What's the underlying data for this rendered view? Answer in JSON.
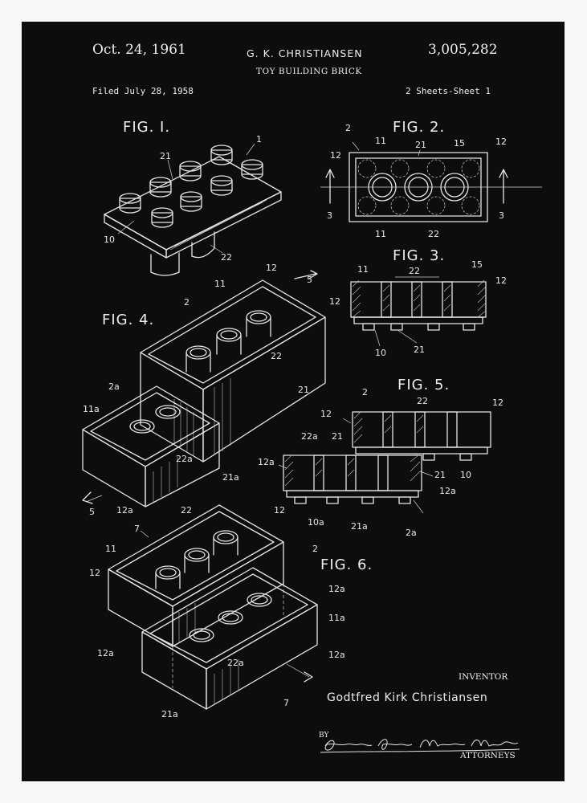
{
  "header": {
    "date": "Oct. 24, 1961",
    "inventor_name": "G. K. CHRISTIANSEN",
    "patent_number": "3,005,282",
    "title": "TOY BUILDING BRICK",
    "filed": "Filed July 28, 1958",
    "sheets": "2 Sheets-Sheet 1"
  },
  "figures": {
    "fig1": "FIG. I.",
    "fig2": "FIG. 2.",
    "fig3": "FIG. 3.",
    "fig4": "FIG. 4.",
    "fig5": "FIG. 5.",
    "fig6": "FIG. 6."
  },
  "refs": {
    "r1": "1",
    "r2": "2",
    "r3": "3",
    "r5": "5",
    "r7": "7",
    "r10": "10",
    "r10a": "10a",
    "r11": "11",
    "r11a": "11a",
    "r12": "12",
    "r12a": "12a",
    "r15": "15",
    "r2a": "2a",
    "r21": "21",
    "r21a": "21a",
    "r22": "22",
    "r22a": "22a"
  },
  "footer": {
    "inventor_label": "INVENTOR",
    "inventor_full_name": "Godtfred Kirk Christiansen",
    "by": "BY",
    "signature": "Stevens, Davis, Miller & Mosher",
    "attorneys": "ATTORNEYS"
  },
  "colors": {
    "background": "#0d0d0d",
    "ink": "#e6e6e6",
    "frame": "#f7f7f7"
  }
}
